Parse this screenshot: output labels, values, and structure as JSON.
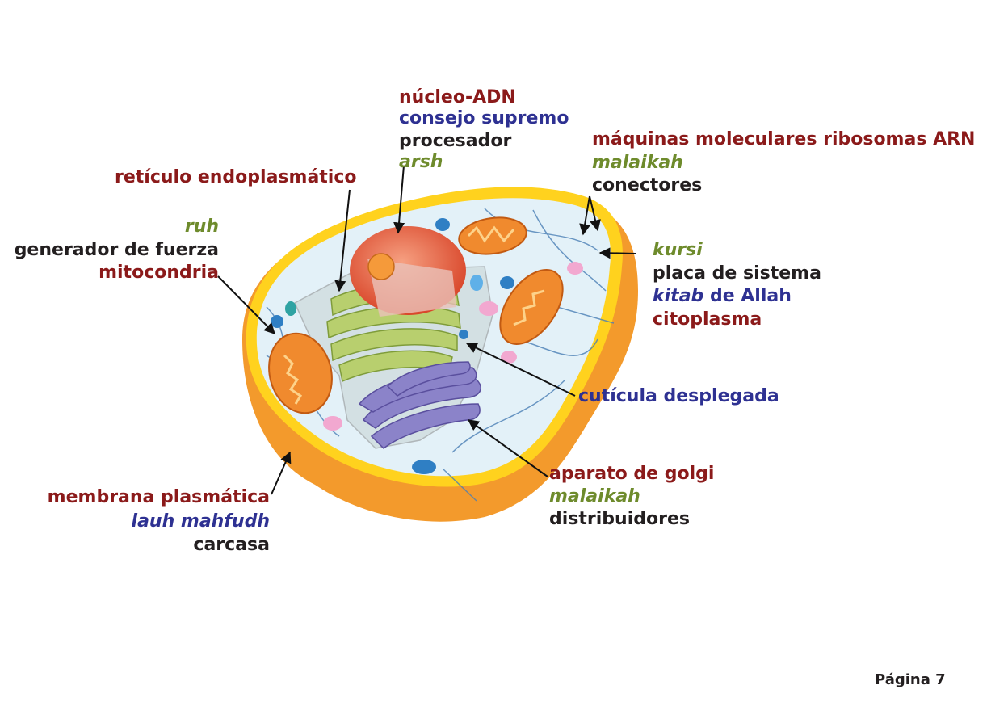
{
  "labels": {
    "nucleo": {
      "l1": "núcleo-ADN",
      "l2": "consejo supremo",
      "l3": "procesador",
      "l4": "arsh"
    },
    "ribosomas": {
      "l1": "máquinas moleculares ribosomas ARN",
      "l2": "malaikah",
      "l3": "conectores"
    },
    "reticulo": {
      "l1": "retículo endoplasmático"
    },
    "mitocondria": {
      "l1": "ruh",
      "l2": "generador de fuerza",
      "l3": "mitocondria"
    },
    "citoplasma": {
      "l1": "kursi",
      "l2": "placa de sistema",
      "l3a": "kitab",
      "l3b": " de Allah",
      "l4": "citoplasma"
    },
    "cuticula": {
      "l1": "cutícula desplegada"
    },
    "golgi": {
      "l1": "aparato de golgi",
      "l2": "malaikah",
      "l3": "distribuidores"
    },
    "membrana": {
      "l1": "membrana plasmática",
      "l2": "lauh mahfudh",
      "l3": "carcasa"
    }
  },
  "footer": {
    "page": "Página 7"
  },
  "colors": {
    "red_label": "#8b1a1a",
    "blue_label": "#2e3192",
    "green_label": "#6e8b2c",
    "black_label": "#231f20",
    "membrane": "#f5a623",
    "cytoplasm": "#e3f1f8",
    "nucleus": "#e8593a",
    "er": "#b8cf6e",
    "golgi": "#8b83c9",
    "mitochondria": "#f08a2e"
  }
}
